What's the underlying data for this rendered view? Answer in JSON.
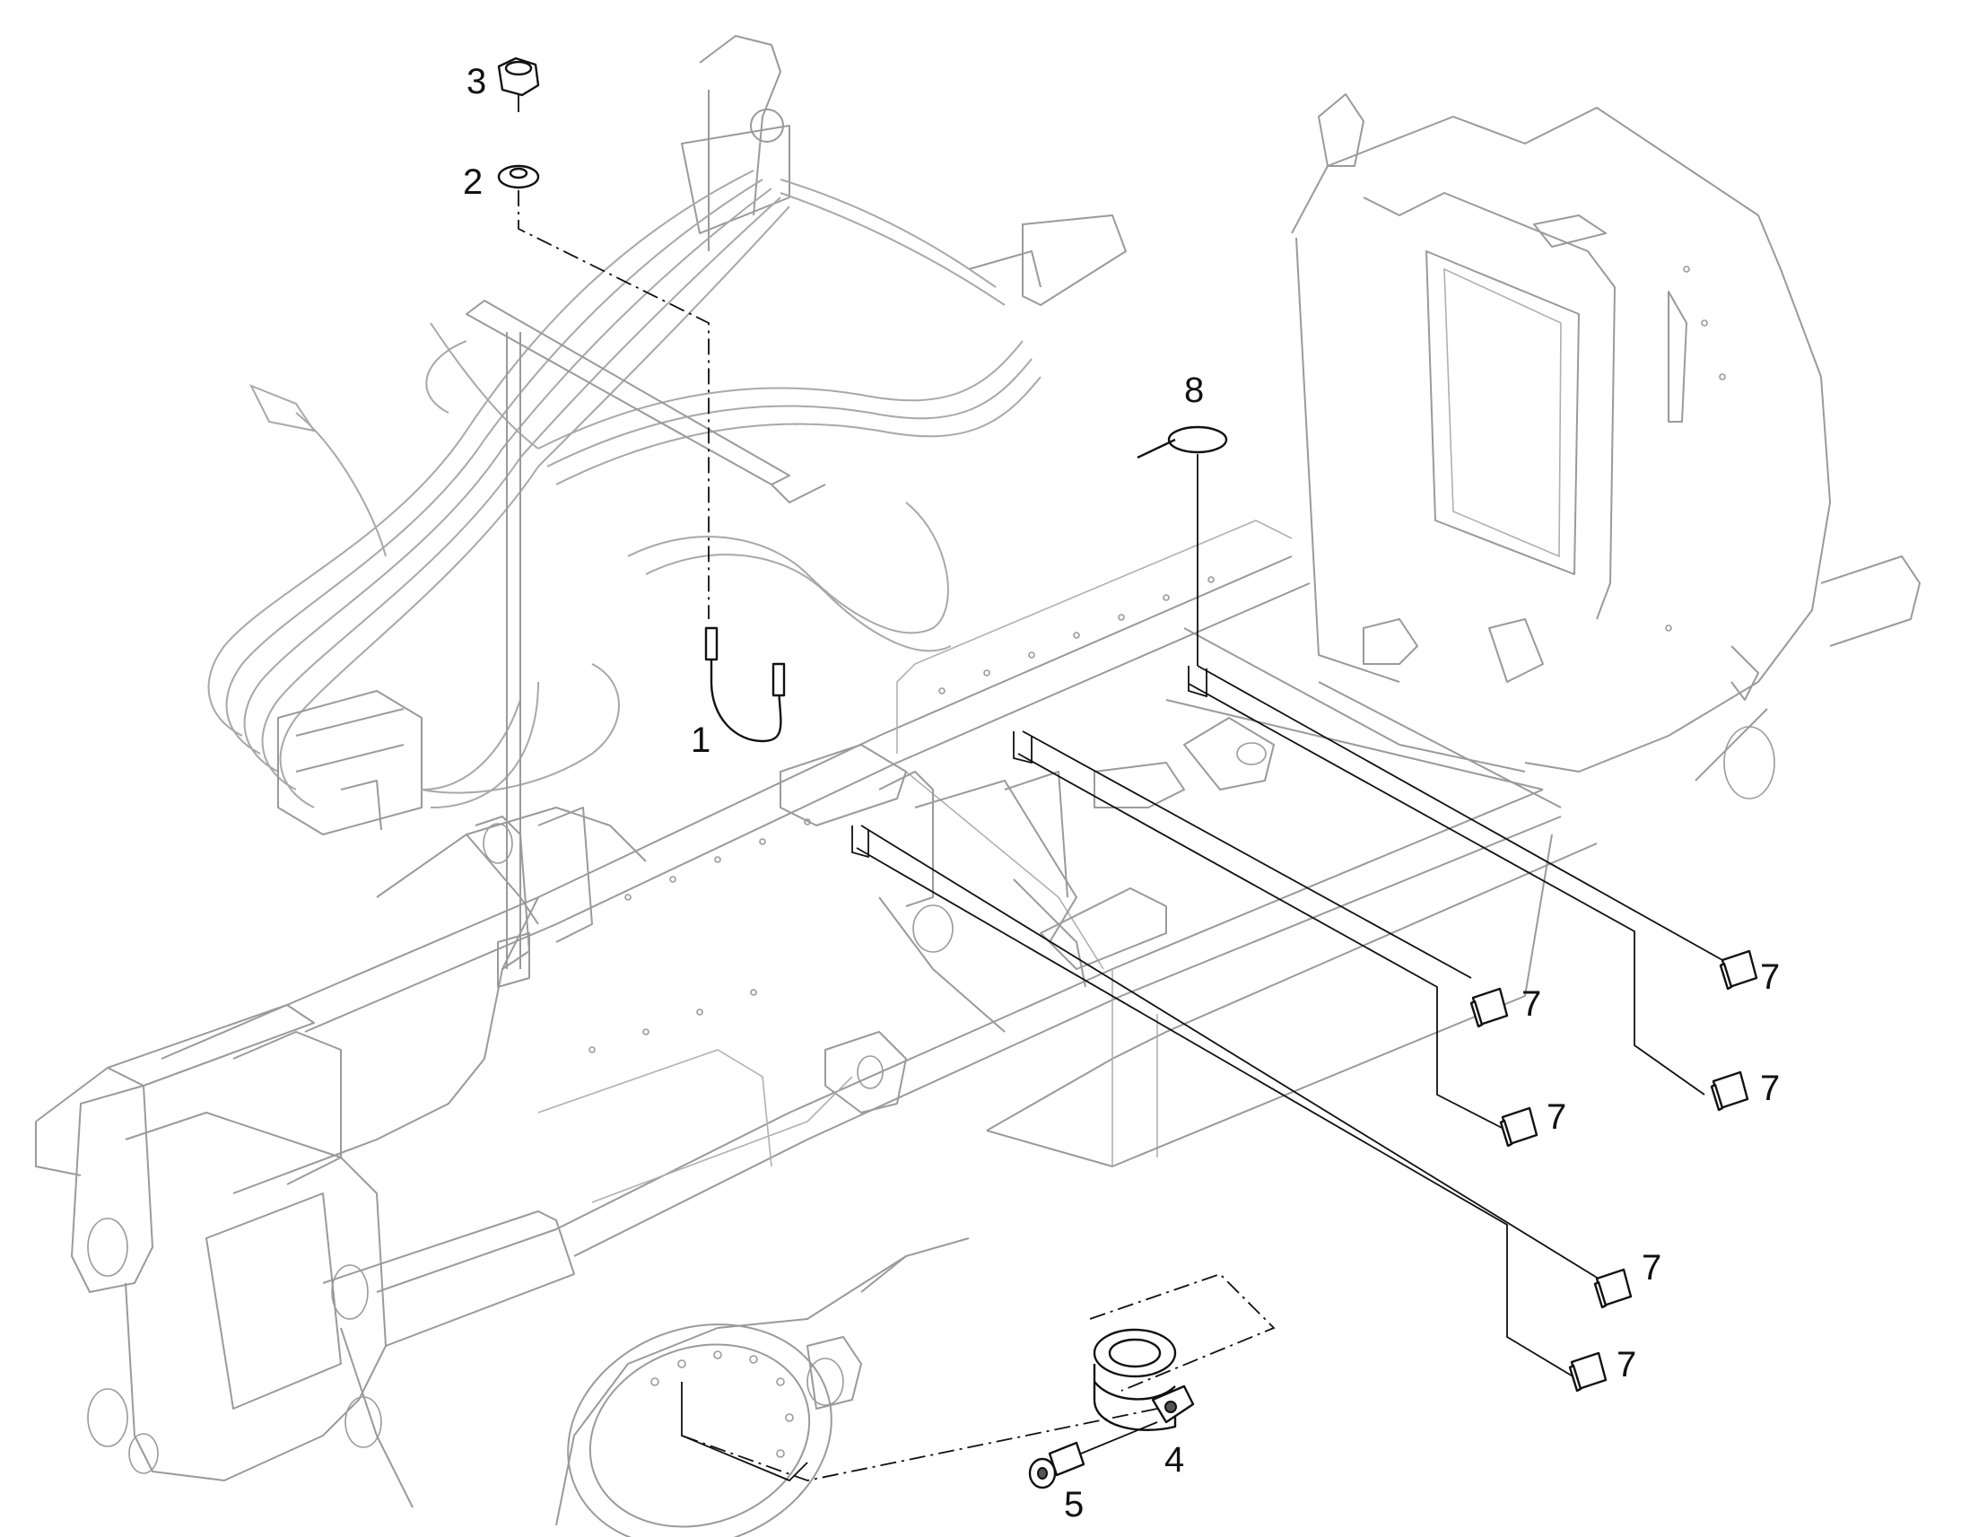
{
  "callouts": {
    "c1": "1",
    "c2": "2",
    "c3": "3",
    "c4": "4",
    "c5": "5",
    "c7a": "7",
    "c7b": "7",
    "c7c": "7",
    "c7d": "7",
    "c7e": "7",
    "c7f": "7",
    "c8": "8"
  },
  "colors": {
    "frame_lines": "#9a9a9a",
    "part_lines": "#111111",
    "background": "#ffffff"
  }
}
